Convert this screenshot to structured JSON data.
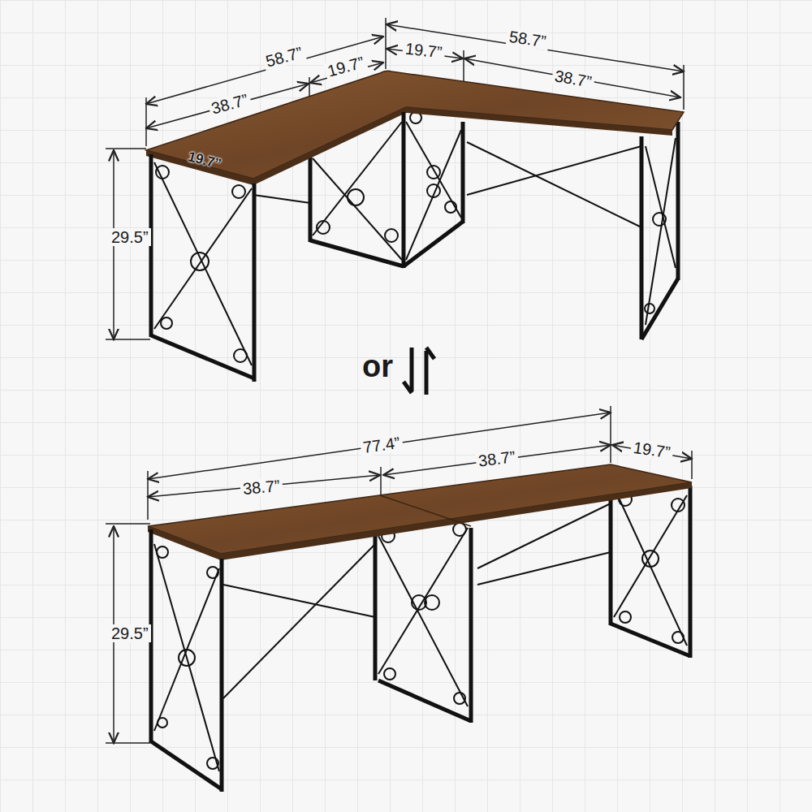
{
  "diagram": {
    "labels": [
      "58.7”",
      "19.7”",
      "19.7”",
      "58.7”",
      "38.7”",
      "38.7”",
      "19.7”",
      "29.5”",
      "or",
      "77.4”",
      "38.7”",
      "38.7”",
      "19.7”",
      "29.5”"
    ]
  }
}
